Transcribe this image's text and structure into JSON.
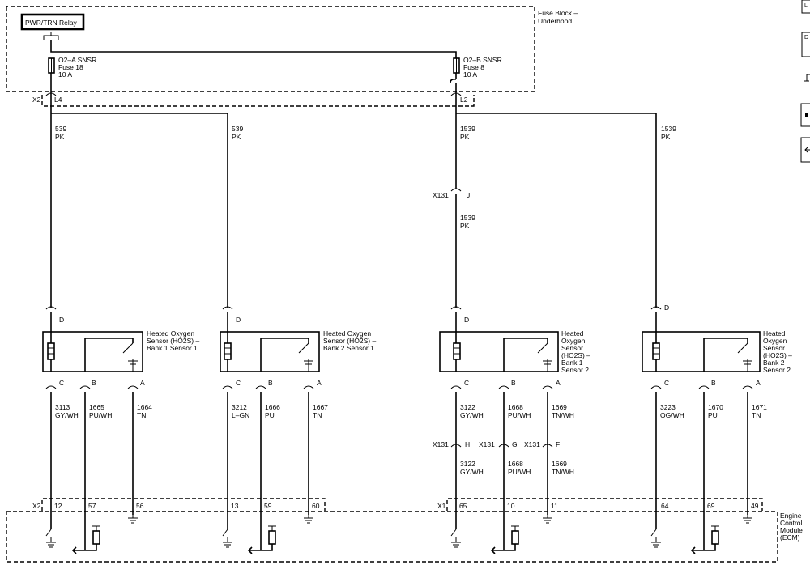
{
  "components": {
    "relay": "PWR/TRN Relay",
    "fuse_block": [
      "Fuse Block –",
      "Underhood"
    ],
    "fuse_a": [
      "O2–A SNSR",
      "Fuse 18",
      "10 A"
    ],
    "fuse_b": [
      "O2–B SNSR",
      "Fuse 8",
      "10 A"
    ],
    "ecm": [
      "Engine",
      "Control",
      "Module",
      "(ECM)"
    ]
  },
  "connectors": {
    "x2": "X2",
    "x1": "X1",
    "x131": "X131",
    "l4": "L4",
    "l2": "L2"
  },
  "sensors": [
    {
      "label": [
        "Heated Oxygen",
        "Sensor (HO2S) –",
        "Bank 1 Sensor 1"
      ],
      "pins": {
        "D": "D",
        "C": "C",
        "B": "B",
        "A": "A"
      },
      "feed": {
        "circuit": "539",
        "color": "PK"
      },
      "wires": {
        "C": {
          "circuit": "3113",
          "color": "GY/WH"
        },
        "B": {
          "circuit": "1665",
          "color": "PU/WH"
        },
        "A": {
          "circuit": "1664",
          "color": "TN"
        }
      },
      "ecm_pins": {
        "C": "12",
        "B": "57",
        "A": "56"
      }
    },
    {
      "label": [
        "Heated Oxygen",
        "Sensor (HO2S) –",
        "Bank 2 Sensor 1"
      ],
      "pins": {
        "D": "D",
        "C": "C",
        "B": "B",
        "A": "A"
      },
      "feed": {
        "circuit": "539",
        "color": "PK"
      },
      "wires": {
        "C": {
          "circuit": "3212",
          "color": "L–GN"
        },
        "B": {
          "circuit": "1666",
          "color": "PU"
        },
        "A": {
          "circuit": "1667",
          "color": "TN"
        }
      },
      "ecm_pins": {
        "C": "13",
        "B": "59",
        "A": "60"
      }
    },
    {
      "label": [
        "Heated",
        "Oxygen",
        "Sensor",
        "(HO2S) –",
        "Bank 1",
        "Sensor 2"
      ],
      "pins": {
        "D": "D",
        "C": "C",
        "B": "B",
        "A": "A"
      },
      "feed": {
        "circuit": "1539",
        "color": "PK"
      },
      "feed2": {
        "circuit": "1539",
        "color": "PK"
      },
      "inline_pins": {
        "J": "J",
        "H": "H",
        "G": "G",
        "F": "F"
      },
      "wires": {
        "C": {
          "circuit": "3122",
          "color": "GY/WH"
        },
        "B": {
          "circuit": "1668",
          "color": "PU/WH"
        },
        "A": {
          "circuit": "1669",
          "color": "TN/WH"
        }
      },
      "wires2": {
        "C": {
          "circuit": "3122",
          "color": "GY/WH"
        },
        "B": {
          "circuit": "1668",
          "color": "PU/WH"
        },
        "A": {
          "circuit": "1669",
          "color": "TN/WH"
        }
      },
      "ecm_pins": {
        "C": "65",
        "B": "10",
        "A": "11"
      }
    },
    {
      "label": [
        "Heated",
        "Oxygen",
        "Sensor",
        "(HO2S) –",
        "Bank 2",
        "Sensor 2"
      ],
      "pins": {
        "D": "D",
        "C": "C",
        "B": "B",
        "A": "A"
      },
      "feed": {
        "circuit": "1539",
        "color": "PK"
      },
      "wires": {
        "C": {
          "circuit": "3223",
          "color": "OG/WH"
        },
        "B": {
          "circuit": "1670",
          "color": "PU"
        },
        "A": {
          "circuit": "1671",
          "color": "TN"
        }
      },
      "ecm_pins": {
        "C": "64",
        "B": "69",
        "A": "49"
      }
    }
  ],
  "edge_tabs": [
    "L",
    "D"
  ]
}
